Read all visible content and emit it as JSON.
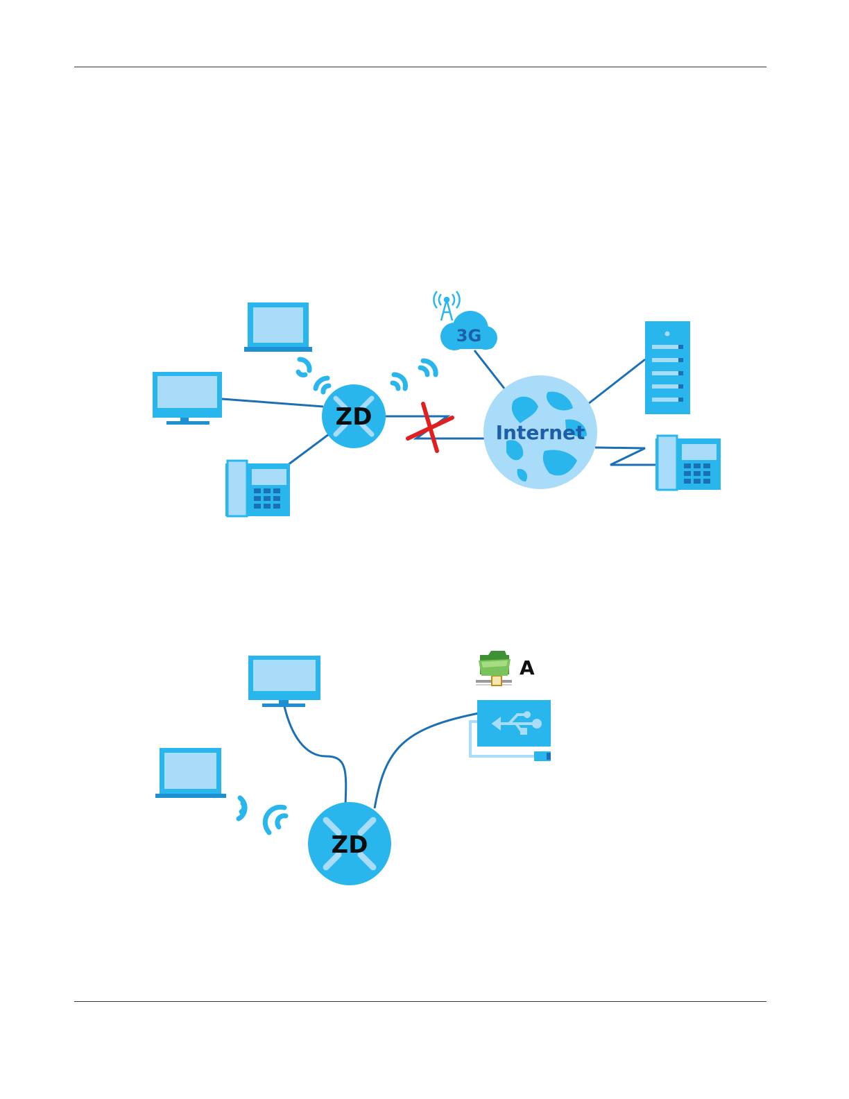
{
  "diagrams": [
    {
      "nodes": {
        "router": "ZD",
        "internet": "Internet",
        "cellular": "3G"
      }
    },
    {
      "nodes": {
        "router": "ZD",
        "share_label": "A"
      }
    }
  ],
  "icons": [
    "laptop-icon",
    "monitor-icon",
    "phone-icon",
    "router-icon",
    "globe-icon",
    "cloud-icon",
    "antenna-icon",
    "server-icon",
    "usb-drive-icon",
    "shared-folder-icon",
    "wifi-signal-icon",
    "broken-link-icon"
  ],
  "colors": {
    "device_fill": "#a8dcf8",
    "device_blue": "#29b6ec",
    "link_blue": "#1a6fb5",
    "broken_link": "#e02020",
    "text_dark": "#0d0d0d",
    "internet_text": "#1c5ea8"
  }
}
